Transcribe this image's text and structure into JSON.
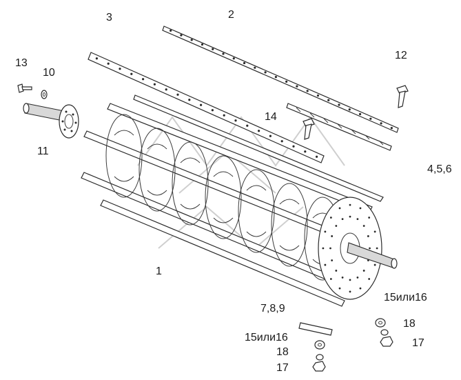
{
  "callouts": {
    "c1": "1",
    "c2": "2",
    "c3": "3",
    "c456": "4,5,6",
    "c789": "7,8,9",
    "c10": "10",
    "c11": "11",
    "c12": "12",
    "c13": "13",
    "c14": "14",
    "c15_right": "15или16",
    "c15_bottom": "15или16",
    "c17_right": "17",
    "c17_bottom": "17",
    "c18_right": "18",
    "c18_bottom": "18"
  },
  "parts": {
    "drum": "drum-assembly",
    "shaft": "stub-shaft",
    "strip_long": "knife-strip",
    "strip_rail": "rail-strip",
    "strip_short": "short-strip",
    "bolt": "bolt",
    "washer": "washer",
    "nut": "nut",
    "small_plate": "clamp-plate"
  }
}
